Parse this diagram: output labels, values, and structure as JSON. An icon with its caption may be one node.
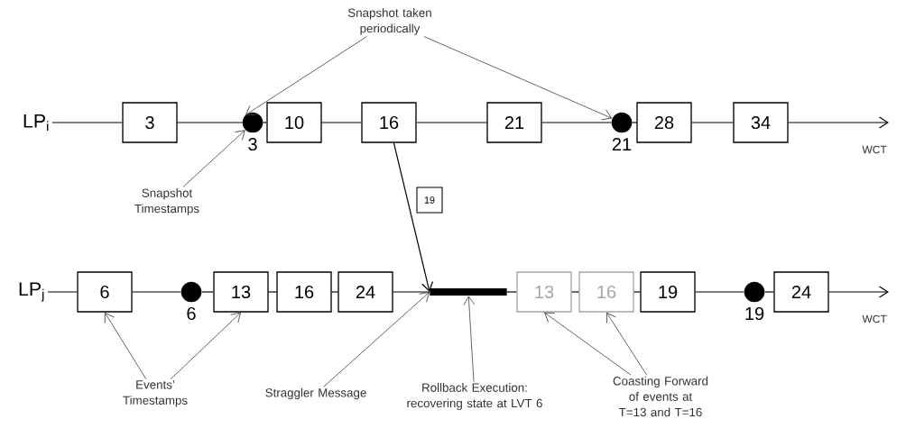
{
  "diagram": {
    "nodes": [
      {
        "text": [
          "LP$_{i}$"
        ]
      },
      {
        "text": [
          "3"
        ]
      },
      {
        "text": [],
        "shape": "circle",
        "beside": [
          "3"
        ]
      },
      {
        "text": [
          "10"
        ]
      },
      {
        "text": [
          "16"
        ]
      },
      {
        "text": [
          "21"
        ]
      },
      {
        "text": [],
        "shape": "circle",
        "beside": [
          "21"
        ]
      },
      {
        "text": [
          "28"
        ]
      },
      {
        "text": [
          "34"
        ]
      },
      {
        "text": [
          "Snapshot taken periodically"
        ]
      },
      {
        "text": [
          "Snapshot Timestamps"
        ]
      },
      {
        "text": [
          "19"
        ]
      },
      {
        "text": [
          "LP$_{j}$"
        ]
      },
      {
        "text": [
          "6"
        ]
      },
      {
        "text": [],
        "shape": "circle",
        "beside": [
          "6"
        ]
      },
      {
        "text": [
          "13"
        ]
      },
      {
        "text": [
          "16"
        ]
      },
      {
        "text": [
          "24"
        ]
      },
      {
        "text": [],
        "shape": "bar"
      },
      {
        "text": [
          "13"
        ]
      },
      {
        "text": [
          "16"
        ]
      },
      {
        "text": [
          "19"
        ]
      },
      {
        "text": [],
        "shape": "circle",
        "beside": [
          "19"
        ]
      },
      {
        "text": [
          "24"
        ]
      },
      {
        "text": [
          "Events’ Timestamps"
        ]
      },
      {
        "text": [
          "Straggler Message"
        ]
      },
      {
        "text": [
          "Rollback Execution: recovering state at LVT 6"
        ]
      },
      {
        "text": [
          "Coasting Forward of events at T=13 and T=16"
        ]
      }
    ],
    "edges": [
      {
        "from": 0,
        "to": 1,
        "arrow": "none"
      },
      {
        "from": 1,
        "to": 2,
        "arrow": "none"
      },
      {
        "from": 2,
        "to": 3,
        "arrow": "none"
      },
      {
        "from": 3,
        "to": 4,
        "arrow": "none"
      },
      {
        "from": 4,
        "to": 5,
        "arrow": "none"
      },
      {
        "from": 5,
        "to": 6,
        "arrow": "none"
      },
      {
        "from": 6,
        "to": 7,
        "arrow": "none"
      },
      {
        "from": 7,
        "to": 8,
        "arrow": "none"
      },
      {
        "from": 8,
        "to": null,
        "arrow": "to"
      },
      {
        "from": 4,
        "to": 18,
        "arrow": "to"
      },
      {
        "from": 12,
        "to": 13,
        "arrow": "none"
      },
      {
        "from": 13,
        "to": 14,
        "arrow": "none"
      },
      {
        "from": 14,
        "to": 15,
        "arrow": "none"
      },
      {
        "from": 15,
        "to": 16,
        "arrow": "none"
      },
      {
        "from": 16,
        "to": 17,
        "arrow": "none"
      },
      {
        "from": 17,
        "to": 18,
        "arrow": "none"
      },
      {
        "from": 18,
        "to": 19,
        "arrow": "none"
      },
      {
        "from": 19,
        "to": 20,
        "arrow": "none"
      },
      {
        "from": 20,
        "to": 21,
        "arrow": "none"
      },
      {
        "from": 21,
        "to": 22,
        "arrow": "none"
      },
      {
        "from": 22,
        "to": 23,
        "arrow": "none"
      },
      {
        "from": 23,
        "to": null,
        "arrow": "to"
      },
      {
        "from": 9,
        "to": 2,
        "arrow": "to",
        "color": "#404040"
      },
      {
        "from": 9,
        "to": 6,
        "arrow": "to",
        "color": "#404040"
      },
      {
        "from": 10,
        "to": 2,
        "arrow": "to",
        "color": "#404040"
      },
      {
        "from": 24,
        "to": 13,
        "arrow": "to",
        "color": "#404040"
      },
      {
        "from": 24,
        "to": 15,
        "arrow": "to",
        "color": "#404040"
      },
      {
        "from": 25,
        "to": 18,
        "arrow": "to",
        "color": "#404040"
      },
      {
        "from": 26,
        "to": 18,
        "arrow": "to",
        "color": "#404040"
      },
      {
        "from": 27,
        "to": 19,
        "arrow": "to",
        "color": "#404040"
      },
      {
        "from": 27,
        "to": 20,
        "arrow": "to",
        "color": "#404040"
      }
    ],
    "labels": [
      "WCT",
      "WCT"
    ]
  }
}
